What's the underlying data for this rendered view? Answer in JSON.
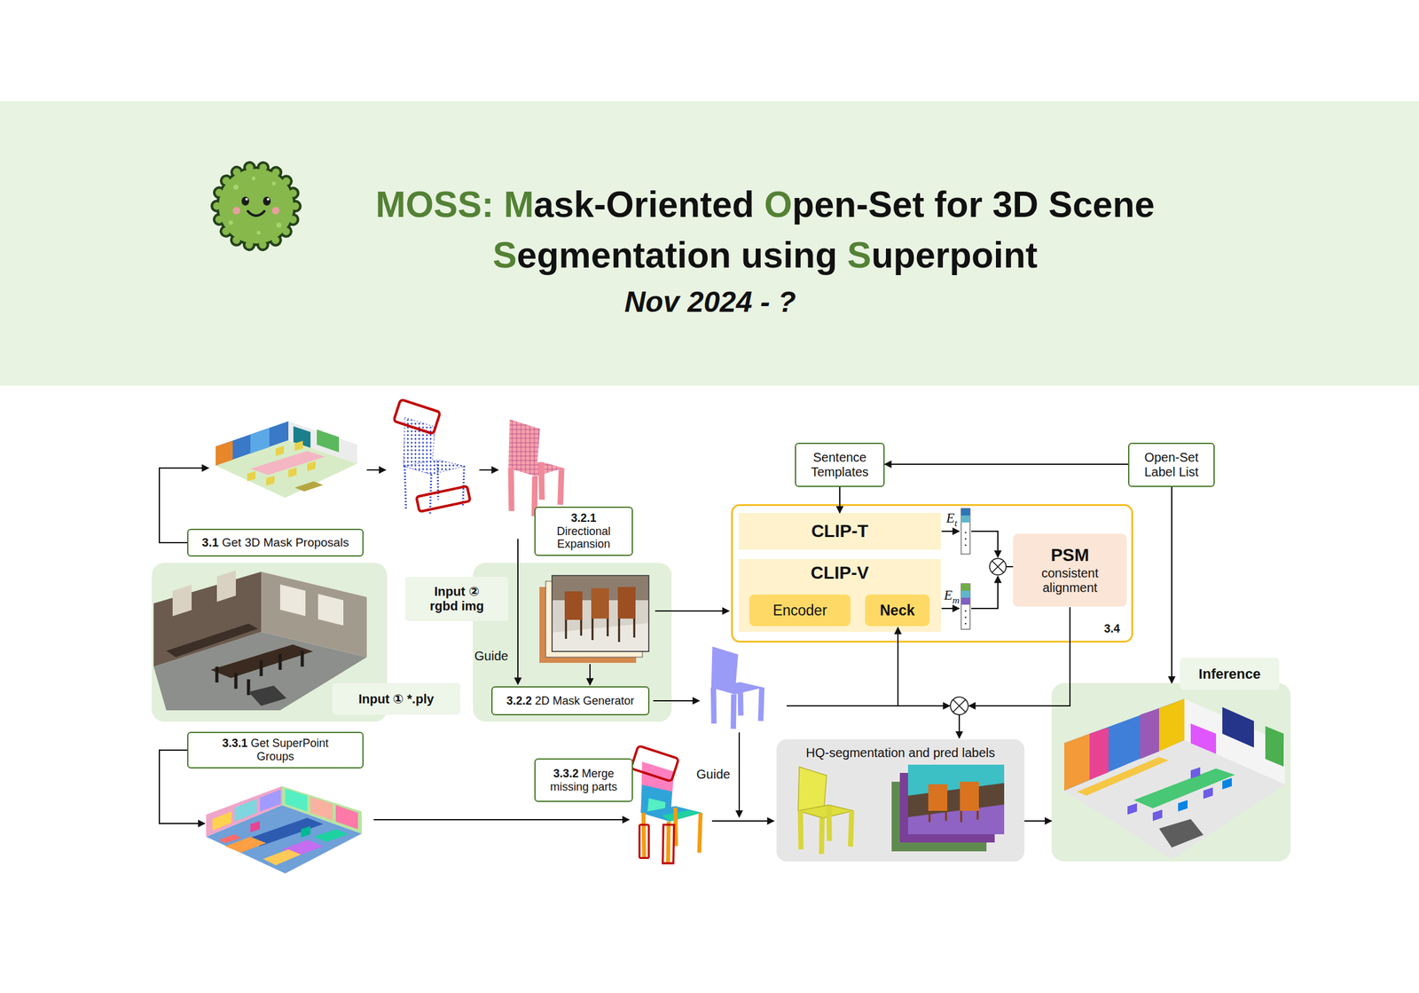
{
  "diagram": {
    "title": "MOSS: Mask-Oriented Open-Set for 3D Scene Segmentation using Superpoint",
    "nodes": [
      {
        "text": [
          "3.1 Get 3D Mask Proposals"
        ]
      },
      {
        "text": [
          "3.2.1",
          "Directional Expansion"
        ]
      },
      {
        "text": [
          "Sentence Templates"
        ]
      },
      {
        "text": [
          "Open-Set Label List"
        ]
      },
      {
        "text": [
          "3.4"
        ]
      },
      {
        "text": [
          "CLIP-T"
        ],
        "in": 4
      },
      {
        "text": [
          "CLIP-V"
        ],
        "in": 4
      },
      {
        "text": [
          "Encoder"
        ],
        "in": 6
      },
      {
        "text": [
          "Neck"
        ],
        "in": 6
      },
      {
        "text": [
          "PSM",
          "consistent alignment"
        ],
        "in": 4
      },
      {
        "text": [
          "Input ② rgbd img"
        ]
      },
      {
        "text": [
          "Input ① *.ply"
        ]
      },
      {
        "text": [
          "3.2.2 2D Mask Generator"
        ]
      },
      {
        "text": [
          "Inference"
        ]
      },
      {
        "text": [
          "3.3.1 Get SuperPoint Groups"
        ]
      },
      {
        "text": [
          "3.3.2 Merge missing parts"
        ]
      },
      {
        "text": [
          "HQ-segmentation and pred labels"
        ]
      }
    ],
    "edges": [
      {
        "from": 3,
        "to": 2,
        "arrow": "to"
      },
      {
        "from": 2,
        "to": 5,
        "arrow": "to"
      },
      {
        "from": 3,
        "to": 13,
        "arrow": "to"
      },
      {
        "from": 16,
        "to": 13,
        "arrow": "to"
      }
    ],
    "labels": [
      "Nov 2024 - ?",
      "Guide",
      "Guide",
      "Et",
      "Em"
    ]
  }
}
